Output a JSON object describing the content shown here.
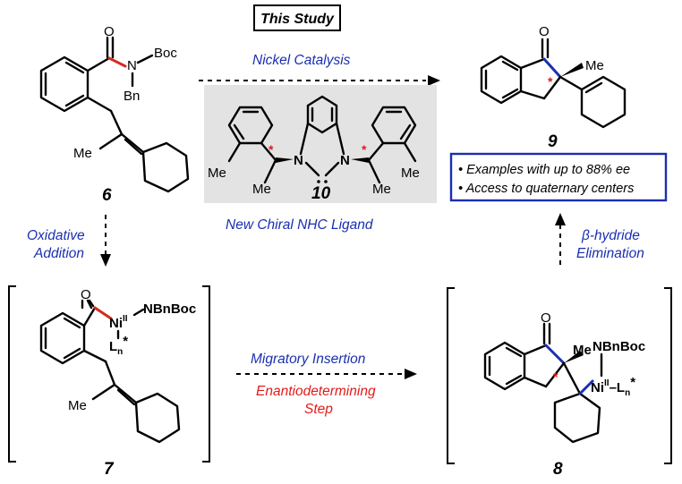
{
  "header": {
    "label": "This Study"
  },
  "arrows": {
    "top": "Nickel Catalysis",
    "left_line1": "Oxidative",
    "left_line2": "Addition",
    "right_line1": "β-hydride",
    "right_line2": "Elimination",
    "bottom_line1": "Migratory Insertion",
    "bottom_line2": "Enantiodetermining",
    "bottom_line3": "Step"
  },
  "ligand": {
    "caption": "New Chiral NHC Ligand",
    "number": "10",
    "n_left": "N",
    "n_right": "N",
    "me_left": "Me",
    "me_right": "Me"
  },
  "compounds": {
    "c6": {
      "number": "6",
      "o": "O",
      "n": "N",
      "boc": "Boc",
      "bn": "Bn",
      "me": "Me"
    },
    "c7": {
      "number": "7",
      "o": "O",
      "ni": "Ni",
      "ni_ox": "II",
      "nbnboc": "NBnBoc",
      "l": "L",
      "l_sub": "n",
      "l_star": "*",
      "me": "Me"
    },
    "c8": {
      "number": "8",
      "o": "O",
      "me": "Me",
      "nbnboc": "NBnBoc",
      "ni": "Ni",
      "ni_ox": "II",
      "l": "–L",
      "l_sub": "n",
      "l_star": "*"
    },
    "c9": {
      "number": "9",
      "o": "O",
      "me": "Me"
    }
  },
  "notes": [
    "• Examples with up to 88% ee",
    "• Access to quaternary centers"
  ],
  "colors": {
    "blue": "#1a2fb0",
    "red": "#e31b1b",
    "ligand_panel": "#e3e3e3"
  }
}
